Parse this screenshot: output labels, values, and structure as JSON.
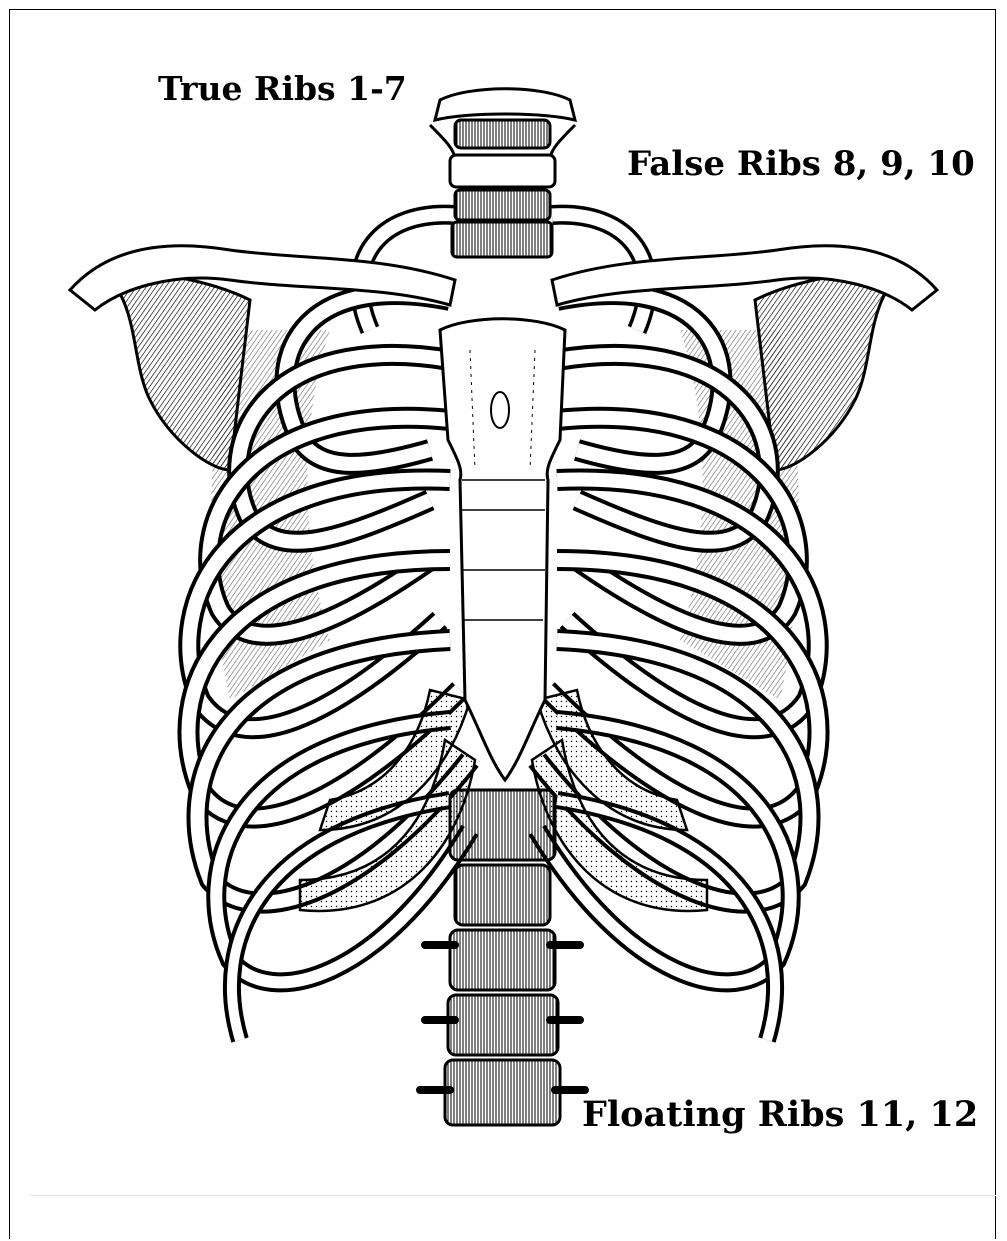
{
  "labels": {
    "true_ribs": "True Ribs 1-7",
    "false_ribs": "False Ribs 8, 9, 10",
    "floating_ribs": "Floating Ribs 11, 12"
  },
  "colors": {
    "ink": "#000000",
    "paper": "#ffffff",
    "bone_shade": "#3a3a3a",
    "divider": "#e4e4e4"
  }
}
